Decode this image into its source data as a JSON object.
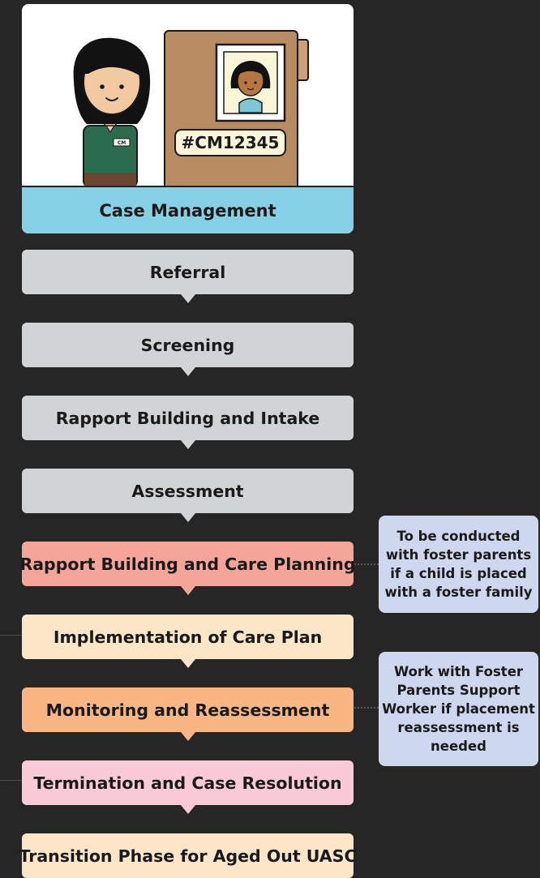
{
  "header_card": {
    "caption": "Case Management",
    "folder_id": "#CM12345",
    "badge_text": "CM"
  },
  "steps": [
    {
      "label": "Referral",
      "color": "#d2d3d5"
    },
    {
      "label": "Screening",
      "color": "#d2d3d5"
    },
    {
      "label": "Rapport Building and Intake",
      "color": "#d2d3d5"
    },
    {
      "label": "Assessment",
      "color": "#d2d3d5"
    },
    {
      "label": "Rapport Building and Care Planning",
      "color": "#f4a597"
    },
    {
      "label": "Implementation of Care Plan",
      "color": "#fbe6c8"
    },
    {
      "label": "Monitoring and Reassessment",
      "color": "#f7b682"
    },
    {
      "label": "Termination and Case Resolution",
      "color": "#f9cbd6"
    },
    {
      "label": "Transition Phase for Aged Out UASC",
      "color": "#fbe6c8"
    }
  ],
  "notes": [
    {
      "text": "To be conducted with foster parents if a child is placed with a foster family"
    },
    {
      "text": "Work with Foster Parents Support Worker if placement reassessment is needed"
    }
  ],
  "colors": {
    "background": "#262626",
    "caption": "#86d0e5",
    "note": "#cdd8ee"
  }
}
